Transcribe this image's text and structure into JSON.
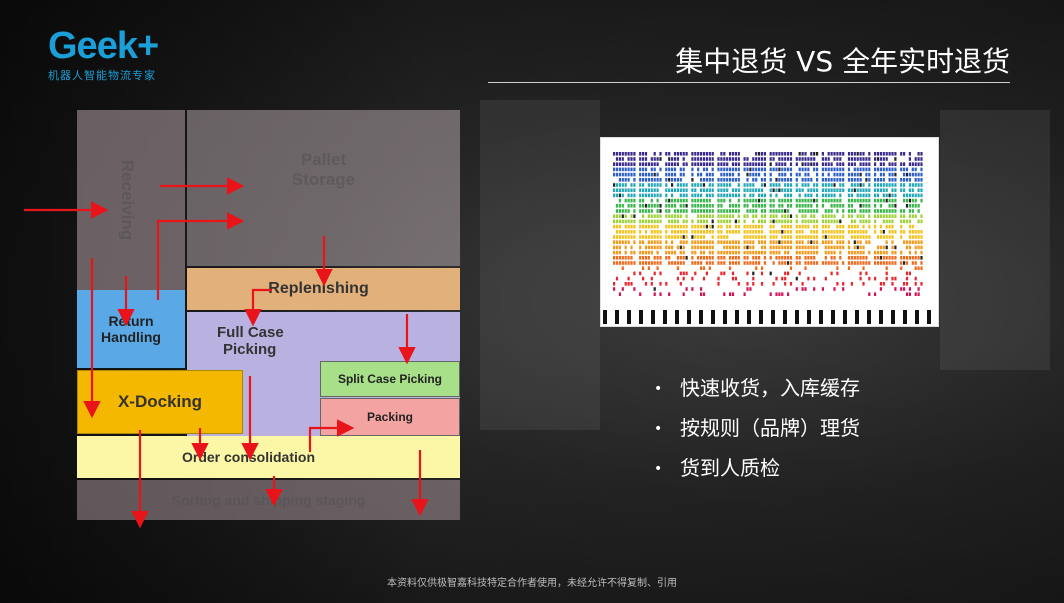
{
  "logo": {
    "word": "Geek",
    "plus": "+",
    "subtitle": "机器人智能物流专家"
  },
  "slide_title": "集中退货 VS 全年实时退货",
  "diagram": {
    "receiving": "Receiving",
    "pallet_storage_1": "Pallet",
    "pallet_storage_2": "Storage",
    "replenishing": "Replenishing",
    "return_handling_1": "Return",
    "return_handling_2": "Handling",
    "full_case_1": "Full Case",
    "full_case_2": "Picking",
    "split_case": "Split Case Picking",
    "packing": "Packing",
    "x_docking": "X-Docking",
    "order_consolidation": "Order consolidation",
    "sorting_shipping": "Sorting and shipping staging"
  },
  "colors": {
    "accent": "#1a9fd8",
    "arrow": "#e8141a",
    "return_handling": "#5aa9e6",
    "replenishing": "#e2b07a",
    "full_case": "#b9b2e0",
    "split_case": "#a8e08a",
    "packing": "#f4a3a3",
    "x_docking": "#f5b800",
    "order_consolidation": "#fbf7a6"
  },
  "bullets": [
    "快速收货，入库缓存",
    "按规则（品牌）理货",
    "货到人质检"
  ],
  "footer": "本资料仅供极智嘉科技特定合作者使用，未经允许不得复制、引用"
}
